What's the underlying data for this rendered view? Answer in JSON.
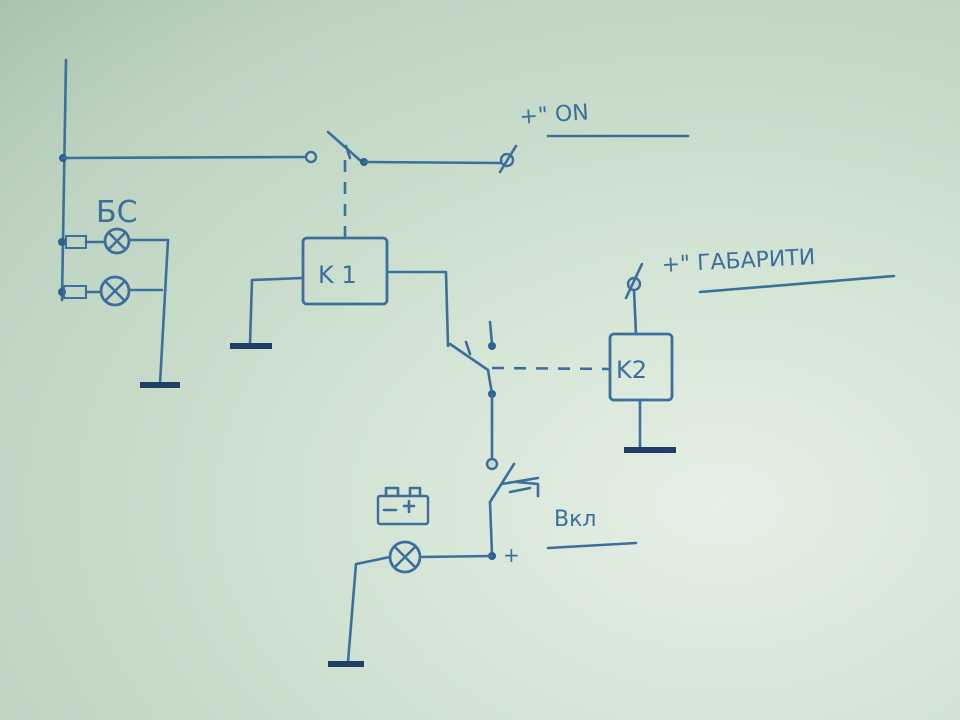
{
  "labels": {
    "bs": "БС",
    "on": "+\" ON",
    "k1": "K 1",
    "k2": "K2",
    "gabariti": "+\" ГАБАРИТИ",
    "vka": "Вкл",
    "plus": "+"
  },
  "colors": {
    "ink": "#3d6f9c",
    "paper": "#c9dccb"
  }
}
